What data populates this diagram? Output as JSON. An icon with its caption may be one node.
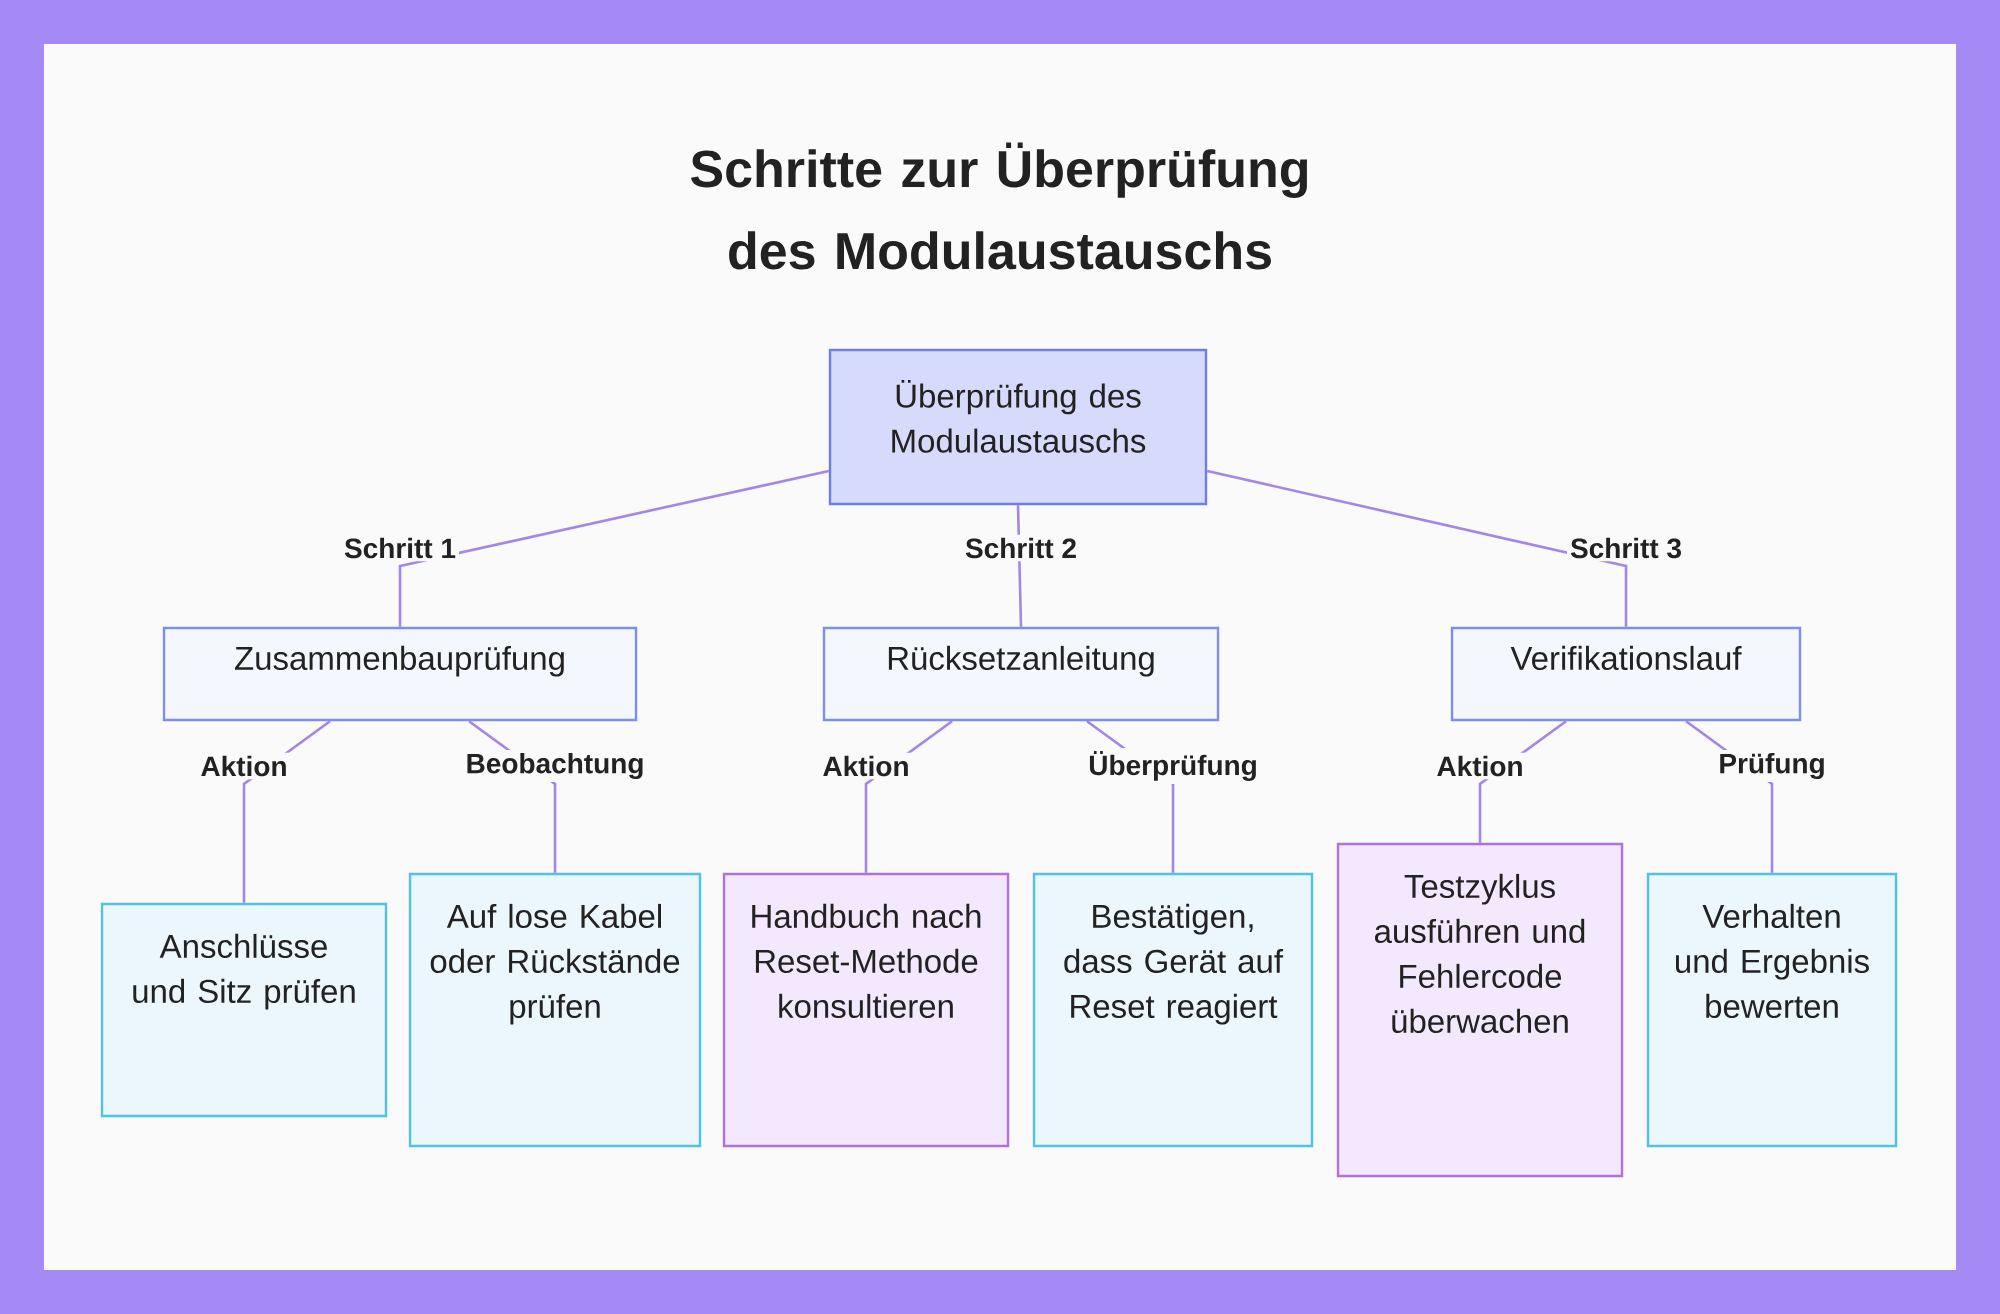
{
  "diagram": {
    "title": "Schritte zur Überprüfung des Modulaustauschs",
    "nodes": [
      {
        "text": [
          "Überprüfung des Modulaustauschs"
        ]
      },
      {
        "text": [
          "Zusammenbauprüfung"
        ]
      },
      {
        "text": [
          "Rücksetzanleitung"
        ]
      },
      {
        "text": [
          "Verifikationslauf"
        ]
      },
      {
        "text": [
          "Anschlüsse und Sitz prüfen"
        ]
      },
      {
        "text": [
          "Auf lose Kabel oder Rückstände prüfen"
        ]
      },
      {
        "text": [
          "Handbuch nach Reset-Methode konsultieren"
        ]
      },
      {
        "text": [
          "Bestätigen, dass Gerät auf Reset reagiert"
        ]
      },
      {
        "text": [
          "Testzyklus ausführen und Fehlercode überwachen"
        ]
      },
      {
        "text": [
          "Verhalten und Ergebnis bewerten"
        ]
      }
    ],
    "edges": [
      {
        "from": 0,
        "to": 1,
        "arrow": "none",
        "label": "Schritt 1"
      },
      {
        "from": 0,
        "to": 2,
        "arrow": "none",
        "label": "Schritt 2"
      },
      {
        "from": 0,
        "to": 3,
        "arrow": "none",
        "label": "Schritt 3"
      },
      {
        "from": 1,
        "to": 4,
        "arrow": "none",
        "label": "Aktion"
      },
      {
        "from": 1,
        "to": 5,
        "arrow": "none",
        "label": "Beobachtung"
      },
      {
        "from": 2,
        "to": 6,
        "arrow": "none",
        "label": "Aktion"
      },
      {
        "from": 2,
        "to": 7,
        "arrow": "none",
        "label": "Überprüfung"
      },
      {
        "from": 3,
        "to": 8,
        "arrow": "none",
        "label": "Aktion"
      },
      {
        "from": 3,
        "to": 9,
        "arrow": "none",
        "label": "Prüfung"
      }
    ]
  }
}
